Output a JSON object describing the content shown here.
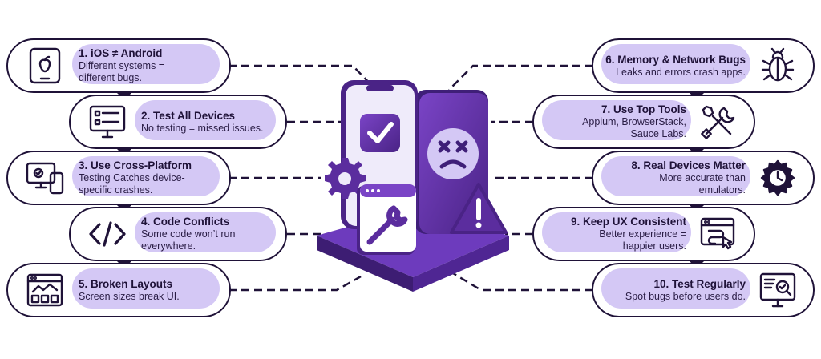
{
  "left_items": [
    {
      "title": "1. iOS ≠ Android",
      "desc": [
        "Different systems =",
        "different bugs."
      ],
      "icon": "tablet-apple-icon"
    },
    {
      "title": "2. Test All Devices",
      "desc": [
        "No testing = missed issues."
      ],
      "icon": "monitor-checklist-icon"
    },
    {
      "title": "3. Use Cross-Platform",
      "desc": [
        "Testing Catches device-",
        "specific crashes."
      ],
      "icon": "cross-device-icon"
    },
    {
      "title": "4. Code Conflicts",
      "desc": [
        "Some code won’t run",
        "everywhere."
      ],
      "icon": "code-brackets-icon"
    },
    {
      "title": "5. Broken Layouts",
      "desc": [
        "Screen sizes break UI."
      ],
      "icon": "layout-window-icon"
    }
  ],
  "right_items": [
    {
      "title": "6. Memory & Network Bugs",
      "desc": [
        "Leaks and errors crash apps."
      ],
      "icon": "bug-icon"
    },
    {
      "title": "7. Use Top Tools",
      "desc": [
        "Appium, BrowserStack,",
        "Sauce Labs."
      ],
      "icon": "tools-icon"
    },
    {
      "title": "8. Real Devices Matter",
      "desc": [
        "More accurate than",
        "emulators."
      ],
      "icon": "gear-clock-icon"
    },
    {
      "title": "9. Keep UX Consistent",
      "desc": [
        "Better experience =",
        "happier users."
      ],
      "icon": "browser-click-icon"
    },
    {
      "title": "10. Test Regularly",
      "desc": [
        "Spot bugs before users do."
      ],
      "icon": "monitor-search-icon"
    }
  ],
  "colors": {
    "dark": "#1f1238",
    "purple": "#5b2d9e",
    "lavender": "#d4c8f5",
    "light": "#ece7fb"
  }
}
